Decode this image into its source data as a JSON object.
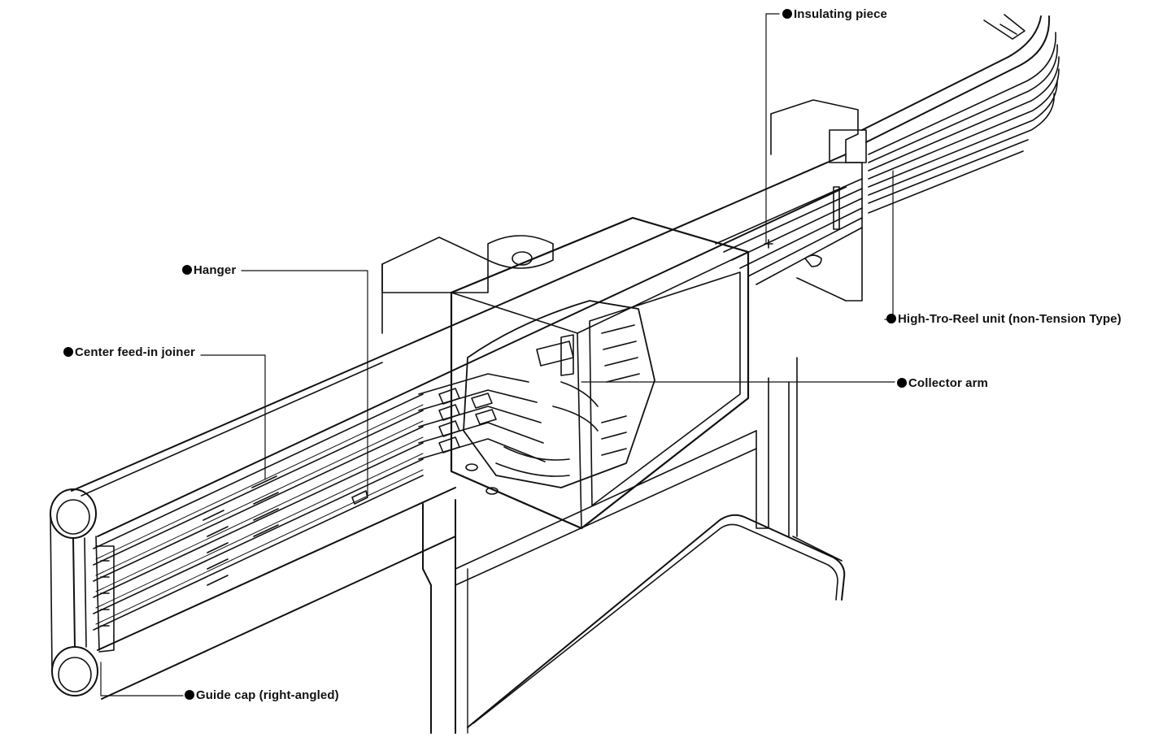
{
  "callouts": {
    "insulating_piece": "Insulating piece",
    "hanger": "Hanger",
    "center_feed_in_joiner": "Center feed-in joiner",
    "high_tro_reel_unit": "High-Tro-Reel unit (non-Tension Type)",
    "collector_arm": "Collector arm",
    "guide_cap": "Guide cap (right-angled)"
  },
  "style": {
    "ink": "#111111",
    "paper": "#ffffff"
  }
}
